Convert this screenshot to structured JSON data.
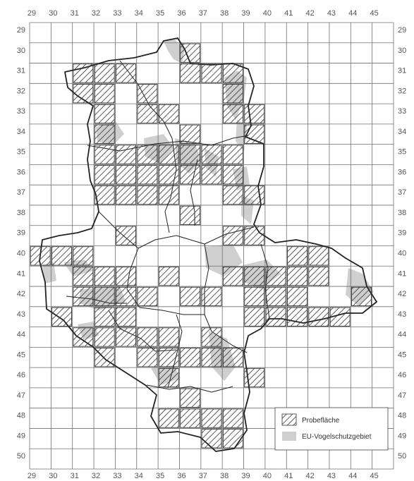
{
  "grid": {
    "columns": [
      "29",
      "30",
      "31",
      "32",
      "33",
      "34",
      "35",
      "36",
      "37",
      "38",
      "39",
      "40",
      "41",
      "42",
      "43",
      "44",
      "45"
    ],
    "rows": [
      "29",
      "30",
      "31",
      "32",
      "33",
      "34",
      "35",
      "36",
      "37",
      "38",
      "39",
      "40",
      "41",
      "42",
      "43",
      "44",
      "45",
      "46",
      "47",
      "48",
      "49",
      "50"
    ]
  },
  "colors": {
    "grid_line": "#6f6f6f",
    "border": "#222222",
    "protected_area": "#cfcfcf",
    "hatch": "#333333",
    "label": "#555555"
  },
  "legend": {
    "sample_area_label": "Probefläche",
    "eu_bird_area_label": "EU-Vogelschutzgebiet"
  },
  "sample_cells": [
    [
      "32",
      "31"
    ],
    [
      "33",
      "31"
    ],
    [
      "36",
      "30"
    ],
    [
      "36",
      "31"
    ],
    [
      "37",
      "31"
    ],
    [
      "38",
      "31"
    ],
    [
      "31",
      "31"
    ],
    [
      "31",
      "32"
    ],
    [
      "32",
      "32"
    ],
    [
      "34",
      "32"
    ],
    [
      "38",
      "32"
    ],
    [
      "32",
      "33"
    ],
    [
      "34",
      "33"
    ],
    [
      "35",
      "33"
    ],
    [
      "38",
      "33"
    ],
    [
      "39",
      "33"
    ],
    [
      "39",
      "34"
    ],
    [
      "32",
      "34"
    ],
    [
      "32",
      "35"
    ],
    [
      "33",
      "35"
    ],
    [
      "34",
      "35"
    ],
    [
      "35",
      "35"
    ],
    [
      "36",
      "34"
    ],
    [
      "36",
      "35"
    ],
    [
      "37",
      "35"
    ],
    [
      "38",
      "35"
    ],
    [
      "32",
      "36"
    ],
    [
      "33",
      "36"
    ],
    [
      "34",
      "36"
    ],
    [
      "35",
      "36"
    ],
    [
      "36",
      "36"
    ],
    [
      "37",
      "36"
    ],
    [
      "38",
      "36"
    ],
    [
      "32",
      "37"
    ],
    [
      "33",
      "37"
    ],
    [
      "34",
      "37"
    ],
    [
      "35",
      "37"
    ],
    [
      "38",
      "37"
    ],
    [
      "39",
      "37"
    ],
    [
      "36",
      "38"
    ],
    [
      "33",
      "39"
    ],
    [
      "38",
      "39"
    ],
    [
      "39",
      "39"
    ],
    [
      "29",
      "40"
    ],
    [
      "30",
      "40"
    ],
    [
      "31",
      "40"
    ],
    [
      "41",
      "40"
    ],
    [
      "42",
      "40"
    ],
    [
      "31",
      "41"
    ],
    [
      "32",
      "41"
    ],
    [
      "33",
      "41"
    ],
    [
      "35",
      "41"
    ],
    [
      "38",
      "41"
    ],
    [
      "39",
      "41"
    ],
    [
      "40",
      "41"
    ],
    [
      "41",
      "41"
    ],
    [
      "42",
      "41"
    ],
    [
      "37",
      "42"
    ],
    [
      "39",
      "42"
    ],
    [
      "40",
      "42"
    ],
    [
      "41",
      "42"
    ],
    [
      "31",
      "42"
    ],
    [
      "32",
      "42"
    ],
    [
      "33",
      "42"
    ],
    [
      "34",
      "42"
    ],
    [
      "36",
      "42"
    ],
    [
      "44",
      "42"
    ],
    [
      "30",
      "43"
    ],
    [
      "32",
      "43"
    ],
    [
      "33",
      "43"
    ],
    [
      "39",
      "43"
    ],
    [
      "40",
      "43"
    ],
    [
      "41",
      "43"
    ],
    [
      "42",
      "43"
    ],
    [
      "43",
      "43"
    ],
    [
      "31",
      "44"
    ],
    [
      "32",
      "44"
    ],
    [
      "33",
      "44"
    ],
    [
      "34",
      "44"
    ],
    [
      "35",
      "44"
    ],
    [
      "37",
      "44"
    ],
    [
      "32",
      "45"
    ],
    [
      "34",
      "45"
    ],
    [
      "35",
      "45"
    ],
    [
      "36",
      "45"
    ],
    [
      "37",
      "45"
    ],
    [
      "38",
      "45"
    ],
    [
      "35",
      "46"
    ],
    [
      "39",
      "46"
    ],
    [
      "36",
      "47"
    ],
    [
      "35",
      "48"
    ],
    [
      "36",
      "48"
    ],
    [
      "37",
      "48"
    ],
    [
      "38",
      "48"
    ],
    [
      "37",
      "49"
    ],
    [
      "38",
      "49"
    ]
  ]
}
